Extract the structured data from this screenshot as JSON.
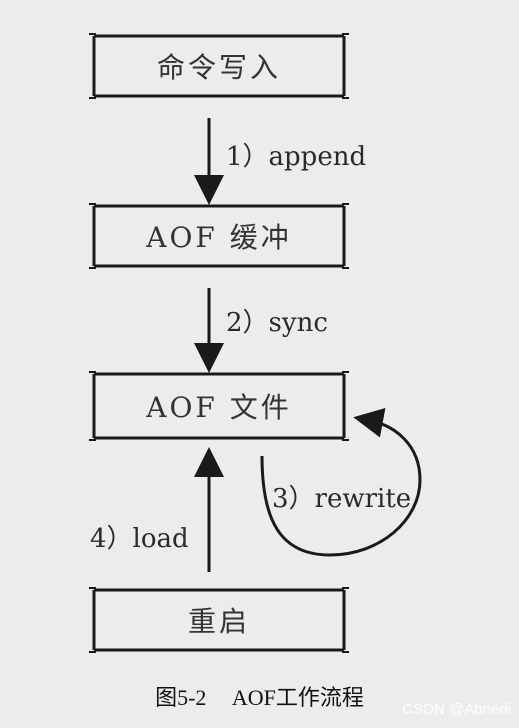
{
  "nodes": {
    "write": "命令写入",
    "buffer": "AOF 缓冲",
    "file": "AOF 文件",
    "restart": "重启"
  },
  "edges": {
    "append": "1）append",
    "sync": "2）sync",
    "rewrite": "3）rewrite",
    "load": "4）load"
  },
  "caption": {
    "figure": "图5-2",
    "title": "AOF工作流程"
  },
  "watermark": "CSDN @Abnerii",
  "colors": {
    "background": "#ececec",
    "stroke": "#1a1a1a"
  }
}
